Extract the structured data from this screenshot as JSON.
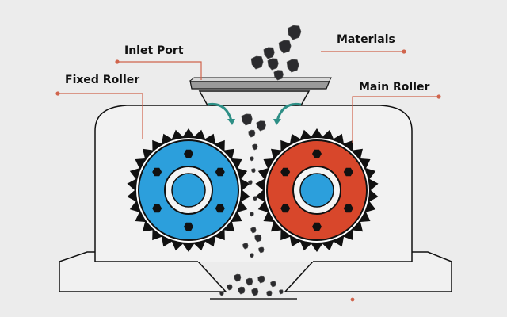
{
  "labels": {
    "materials": "Materials",
    "inlet_port": "Inlet Port",
    "fixed_roller": "Fixed Roller",
    "main_roller": "Main Roller"
  },
  "colors": {
    "background": "#ececec",
    "fixed_roller": "#2c9fdc",
    "main_roller": "#d8472b",
    "hub": "#2c9fdc",
    "leader_line": "#d0644c",
    "arrow": "#2e8f86",
    "material": "#2b2b2e"
  }
}
